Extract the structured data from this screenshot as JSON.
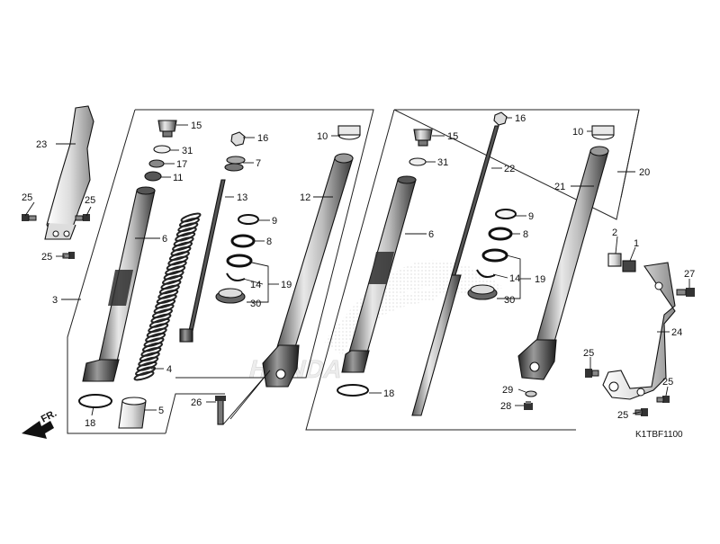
{
  "diagram": {
    "code": "K1TBF1100",
    "direction_label": "FR.",
    "watermark_brand": "HONDA"
  },
  "callouts": [
    {
      "id": "c23",
      "label": "23"
    },
    {
      "id": "c25a",
      "label": "25"
    },
    {
      "id": "c25b",
      "label": "25"
    },
    {
      "id": "c25c",
      "label": "25"
    },
    {
      "id": "c3",
      "label": "3"
    },
    {
      "id": "c6a",
      "label": "6"
    },
    {
      "id": "c18a",
      "label": "18"
    },
    {
      "id": "c5",
      "label": "5"
    },
    {
      "id": "c15a",
      "label": "15"
    },
    {
      "id": "c31a",
      "label": "31"
    },
    {
      "id": "c17",
      "label": "17"
    },
    {
      "id": "c11",
      "label": "11"
    },
    {
      "id": "c4",
      "label": "4"
    },
    {
      "id": "c16a",
      "label": "16"
    },
    {
      "id": "c7",
      "label": "7"
    },
    {
      "id": "c13",
      "label": "13"
    },
    {
      "id": "c9a",
      "label": "9"
    },
    {
      "id": "c8a",
      "label": "8"
    },
    {
      "id": "c14a",
      "label": "14"
    },
    {
      "id": "c19a",
      "label": "19"
    },
    {
      "id": "c30a",
      "label": "30"
    },
    {
      "id": "c26",
      "label": "26"
    },
    {
      "id": "c10a",
      "label": "10"
    },
    {
      "id": "c12",
      "label": "12"
    },
    {
      "id": "c15b",
      "label": "15"
    },
    {
      "id": "c31b",
      "label": "31"
    },
    {
      "id": "c16b",
      "label": "16"
    },
    {
      "id": "c22",
      "label": "22"
    },
    {
      "id": "c6b",
      "label": "6"
    },
    {
      "id": "c9b",
      "label": "9"
    },
    {
      "id": "c8b",
      "label": "8"
    },
    {
      "id": "c14b",
      "label": "14"
    },
    {
      "id": "c19b",
      "label": "19"
    },
    {
      "id": "c30b",
      "label": "30"
    },
    {
      "id": "c18b",
      "label": "18"
    },
    {
      "id": "c10b",
      "label": "10"
    },
    {
      "id": "c20",
      "label": "20"
    },
    {
      "id": "c21",
      "label": "21"
    },
    {
      "id": "c2",
      "label": "2"
    },
    {
      "id": "c1",
      "label": "1"
    },
    {
      "id": "c27",
      "label": "27"
    },
    {
      "id": "c24",
      "label": "24"
    },
    {
      "id": "c25d",
      "label": "25"
    },
    {
      "id": "c25e",
      "label": "25"
    },
    {
      "id": "c25f",
      "label": "25"
    },
    {
      "id": "c29",
      "label": "29"
    },
    {
      "id": "c28",
      "label": "28"
    }
  ]
}
